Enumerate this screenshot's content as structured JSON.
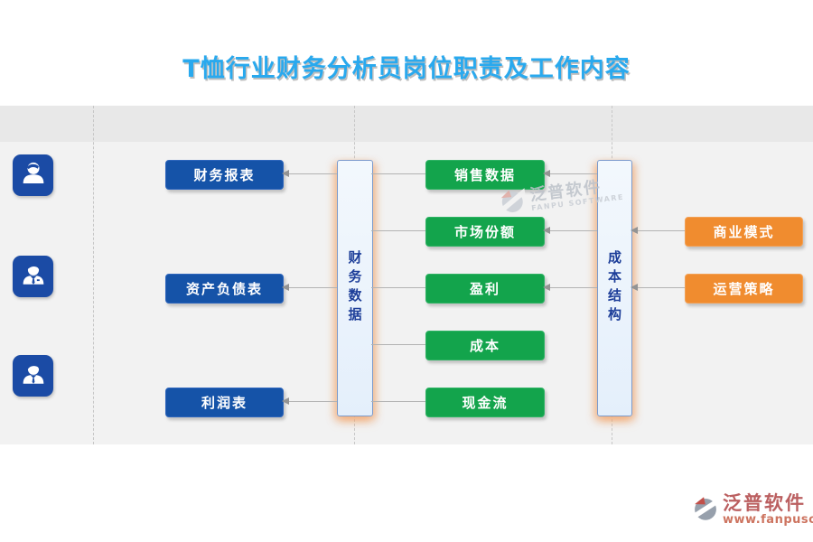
{
  "title": "T恤行业财务分析员岗位职责及工作内容",
  "diagram": {
    "roles": [
      {
        "icon": "person-user-icon"
      },
      {
        "icon": "person-businessman-icon"
      },
      {
        "icon": "person-analyst-icon"
      }
    ],
    "reports": [
      {
        "label": "财务报表"
      },
      {
        "label": "资产负债表"
      },
      {
        "label": "利润表"
      }
    ],
    "left_hub": {
      "label": "财务数据"
    },
    "metrics": [
      {
        "label": "销售数据"
      },
      {
        "label": "市场份额"
      },
      {
        "label": "盈利"
      },
      {
        "label": "成本"
      },
      {
        "label": "现金流"
      }
    ],
    "right_hub": {
      "label": "成本结构"
    },
    "strategies": [
      {
        "label": "商业模式"
      },
      {
        "label": "运营策略"
      }
    ]
  },
  "watermark": {
    "brand": "泛普软件",
    "brand_en": "FANPU SOFTWARE"
  },
  "footer": {
    "brand": "泛普软件",
    "website": "www.fanpusoft.com"
  },
  "colors": {
    "title": "#29A9EE",
    "report_box": "#1553A8",
    "metric_box": "#13A44C",
    "strategy_box": "#F08C2F",
    "hub_fill": "#EBF3FC",
    "hub_border": "#7B9ACC",
    "hub_text": "#1D3E99",
    "icon_tile": "#1B4BA5",
    "band_top": "#E8E8E8",
    "band_main": "#F2F2F2"
  }
}
